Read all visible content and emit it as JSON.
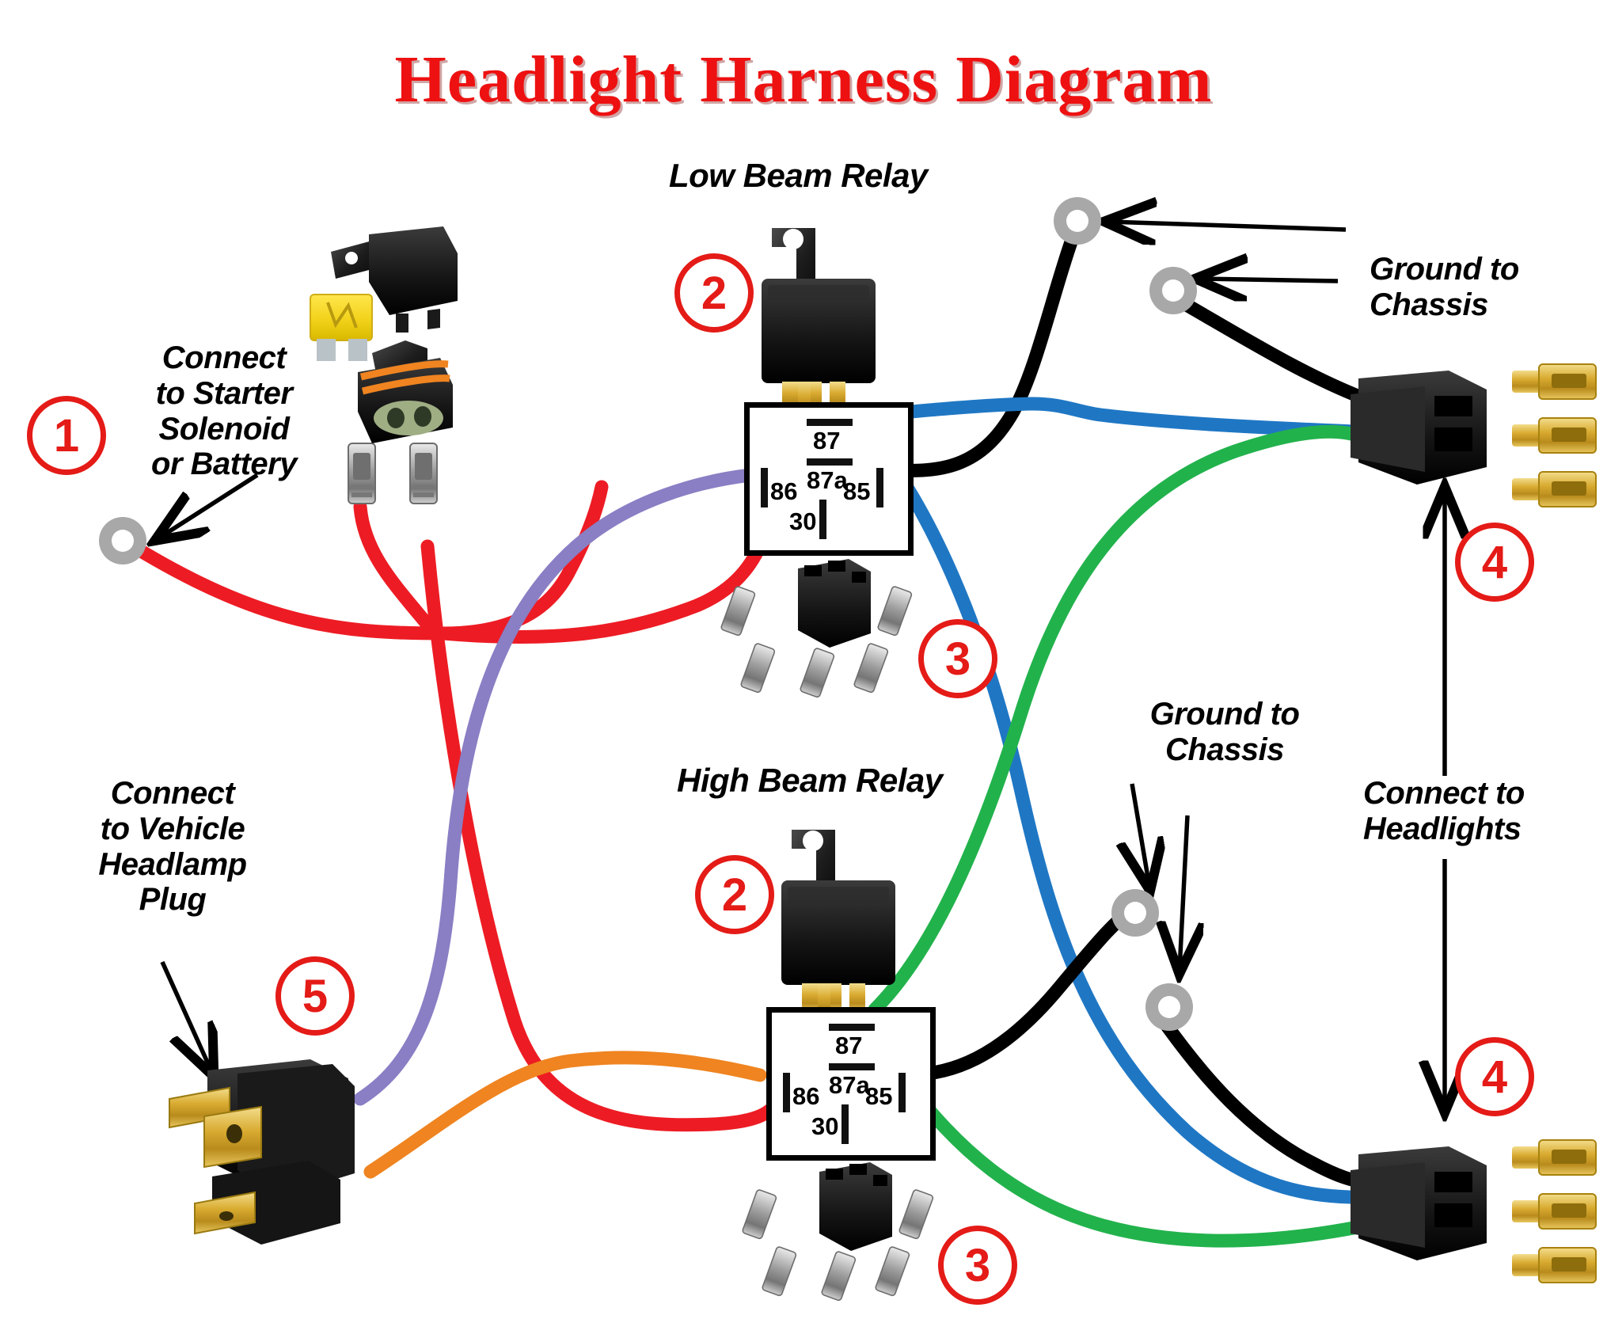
{
  "title": "Headlight  Harness Diagram",
  "colors": {
    "title_red": "#ee1111",
    "marker_red": "#e41b17",
    "wire_red": "#ed1c24",
    "wire_blue": "#1f77c4",
    "wire_green": "#22b24c",
    "wire_purple": "#8a7ec4",
    "wire_orange": "#ef8420",
    "wire_black": "#000000",
    "ring_gray": "#a8a8a8",
    "background": "#ffffff"
  },
  "labels": {
    "low_beam_relay": "Low Beam Relay",
    "high_beam_relay": "High Beam Relay",
    "connect_starter": "Connect\nto Starter\nSolenoid\nor Battery",
    "connect_headlamp_plug": "Connect\nto Vehicle\nHeadlamp\nPlug",
    "connect_headlights": "Connect to\nHeadlights",
    "ground_chassis_top": "Ground to\nChassis",
    "ground_chassis_mid": "Ground to\nChassis"
  },
  "callouts": [
    {
      "id": "1",
      "number": "1",
      "refers_to": "connect-to-starter-solenoid-or-battery"
    },
    {
      "id": "2a",
      "number": "2",
      "refers_to": "low-beam-relay"
    },
    {
      "id": "2b",
      "number": "2",
      "refers_to": "high-beam-relay"
    },
    {
      "id": "3a",
      "number": "3",
      "refers_to": "relay-socket-low-beam"
    },
    {
      "id": "3b",
      "number": "3",
      "refers_to": "relay-socket-high-beam"
    },
    {
      "id": "4a",
      "number": "4",
      "refers_to": "headlight-connector-upper"
    },
    {
      "id": "4b",
      "number": "4",
      "refers_to": "headlight-connector-lower"
    },
    {
      "id": "5",
      "number": "5",
      "refers_to": "vehicle-headlamp-plug"
    }
  ],
  "relay_schematic": {
    "terminals": [
      "87",
      "87a",
      "86",
      "85",
      "30"
    ],
    "low_beam": {
      "name": "Low Beam Relay",
      "terminal_87": "87",
      "terminal_87a": "87a",
      "terminal_86": "86",
      "terminal_85": "85",
      "terminal_30": "30",
      "wire_86": "purple",
      "wire_85": "black",
      "wire_30": "red",
      "wire_87": "blue"
    },
    "high_beam": {
      "name": "High Beam Relay",
      "terminal_87": "87",
      "terminal_87a": "87a",
      "terminal_86": "86",
      "terminal_85": "85",
      "terminal_30": "30",
      "wire_86": "orange",
      "wire_85": "black",
      "wire_30": "red",
      "wire_87": "green"
    }
  },
  "components": {
    "fuse_holder": "fuse-holder",
    "blade_fuse": "yellow-blade-fuse",
    "sealed_connector": "two-pin-sealed-connector",
    "relay_photo": "automotive-relay",
    "relay_socket": "relay-socket-block",
    "headlight_connector": "h4-headlight-connector",
    "spade_terminals_gold": "gold-female-spade-terminal",
    "spade_terminals_silver": "silver-female-spade-terminal",
    "ring_terminal": "ring-terminal-eyelet",
    "headlamp_plug": "h4-headlamp-plug"
  }
}
